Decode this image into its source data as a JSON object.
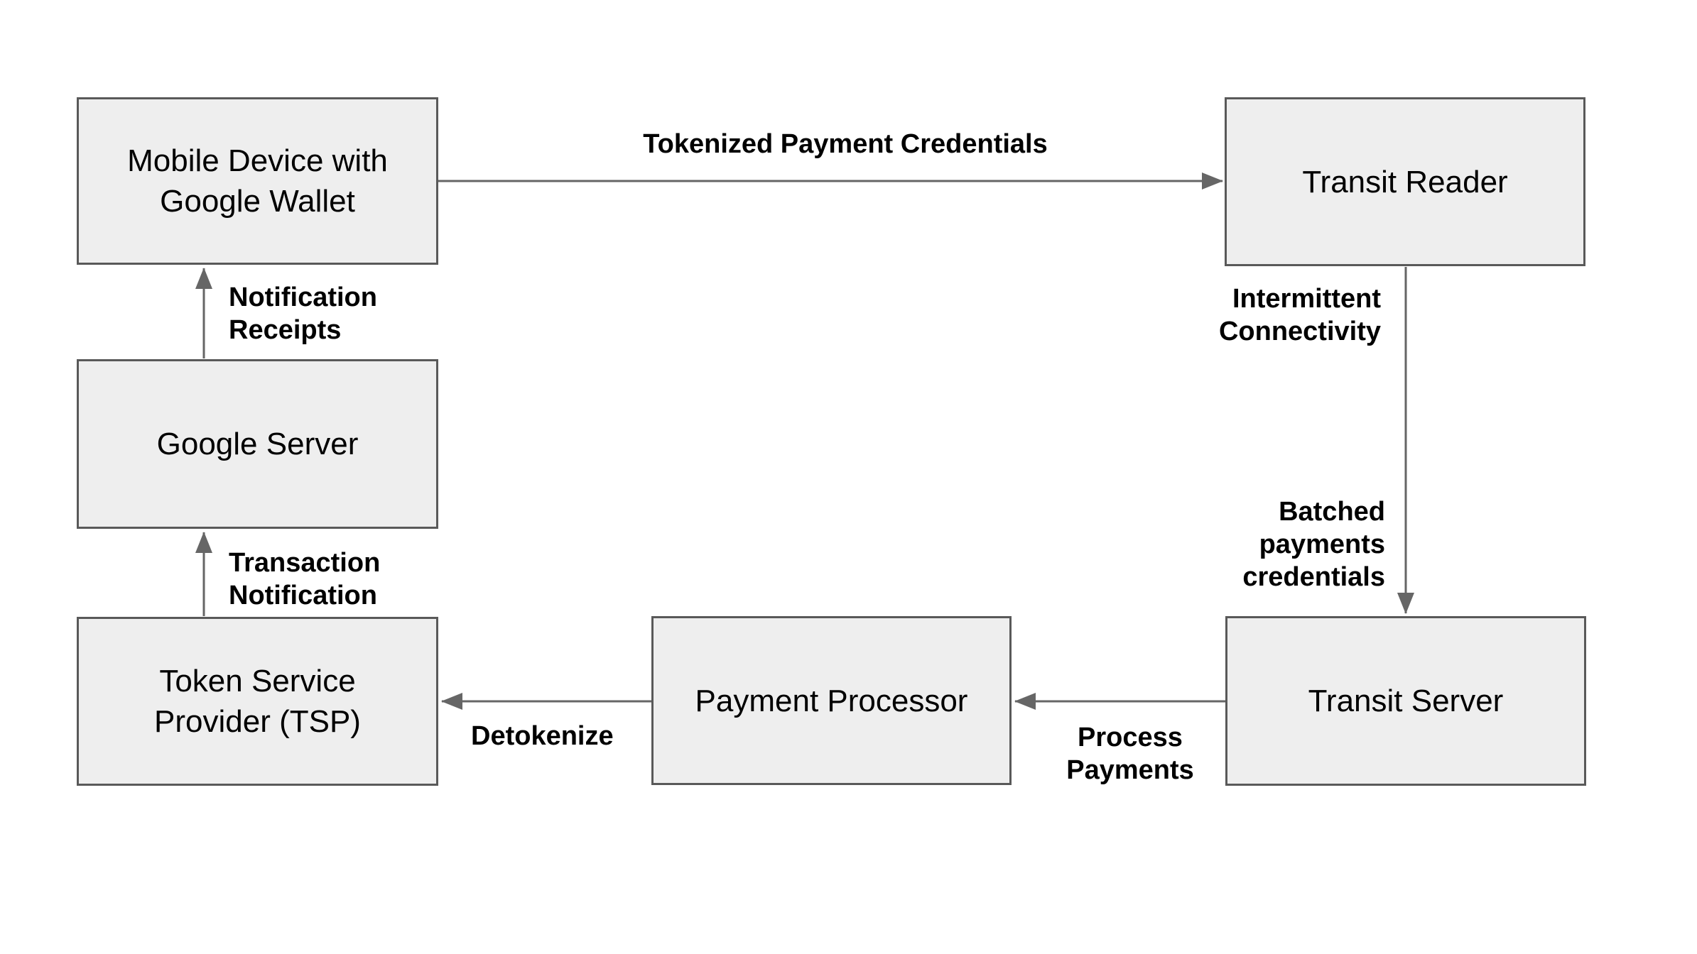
{
  "diagram": {
    "nodes": [
      {
        "id": "mobile-device-google-wallet",
        "label": "Mobile Device with\nGoogle Wallet"
      },
      {
        "id": "transit-reader",
        "label": "Transit Reader"
      },
      {
        "id": "google-server",
        "label": "Google Server"
      },
      {
        "id": "token-service-provider",
        "label": "Token Service\nProvider (TSP)"
      },
      {
        "id": "payment-processor",
        "label": "Payment Processor"
      },
      {
        "id": "transit-server",
        "label": "Transit Server"
      }
    ],
    "edges": [
      {
        "from": "mobile-device-google-wallet",
        "to": "transit-reader",
        "labels": [
          "Tokenized Payment Credentials"
        ]
      },
      {
        "from": "transit-reader",
        "to": "transit-server",
        "labels": [
          "Intermittent\nConnectivity",
          "Batched\npayments\ncredentials"
        ]
      },
      {
        "from": "transit-server",
        "to": "payment-processor",
        "labels": [
          "Process\nPayments"
        ]
      },
      {
        "from": "payment-processor",
        "to": "token-service-provider",
        "labels": [
          "Detokenize"
        ]
      },
      {
        "from": "token-service-provider",
        "to": "google-server",
        "labels": [
          "Transaction\nNotification"
        ]
      },
      {
        "from": "google-server",
        "to": "mobile-device-google-wallet",
        "labels": [
          "Notification\nReceipts"
        ]
      }
    ],
    "colors": {
      "background": "#ffffff",
      "node_fill": "#eeeeee",
      "node_border": "#595959",
      "arrow": "#666666",
      "text": "#000000"
    }
  }
}
